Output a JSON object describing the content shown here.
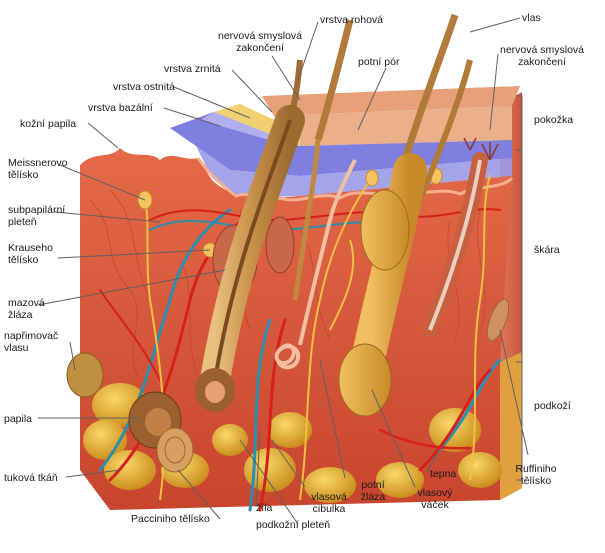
{
  "labels": {
    "vrstva_rohova": "vrstva rohová",
    "vlas": "vlas",
    "nervova_top": "nervová smyslová\nzakončení",
    "nervova_right": "nervová smyslová\nzakončení",
    "potni_por": "potní pór",
    "vrstva_zrnita": "vrstva zrnitá",
    "vrstva_ostnita": "vrstva ostnitá",
    "vrstva_bazalni": "vrstva bazální",
    "kozni_papila": "kožní papila",
    "meissnerovo": "Meissnerovo\ntělísko",
    "subpapilarni": "subpapilární\npleteň",
    "krauseho": "Krauseho\ntělísko",
    "mazova": "mazová\nžláza",
    "napr": "napřimovač\nvlasu",
    "papila": "papila",
    "tukova": "tuková tkáň",
    "pacciniho": "Pacciniho tělísko",
    "zila": "žíla",
    "podkozni_plet": "podkožní pleteň",
    "vlasova_cibulka": "vlasová\ncibulka",
    "potni_zlaza": "potní\nžláza",
    "vlasovy_vacek": "vlasový\nváček",
    "tepna": "tepna",
    "ruffiniho": "Ruffiniho\ntělísko",
    "pokozka": "pokožka",
    "skara": "škára",
    "podkozi": "podkoží"
  },
  "colors": {
    "epidermis_outer": "#e8a070",
    "stratum_corneum": "#f2d27a",
    "stratum_basale": "#6a6ad8",
    "dermis": "#d8553a",
    "dermis_dark": "#b83a26",
    "fat": "#e8b030",
    "hair": "#c08840",
    "vein": "#2a8fb0",
    "artery": "#d8201a",
    "nerve": "#f0c040",
    "leader": "#606060"
  }
}
